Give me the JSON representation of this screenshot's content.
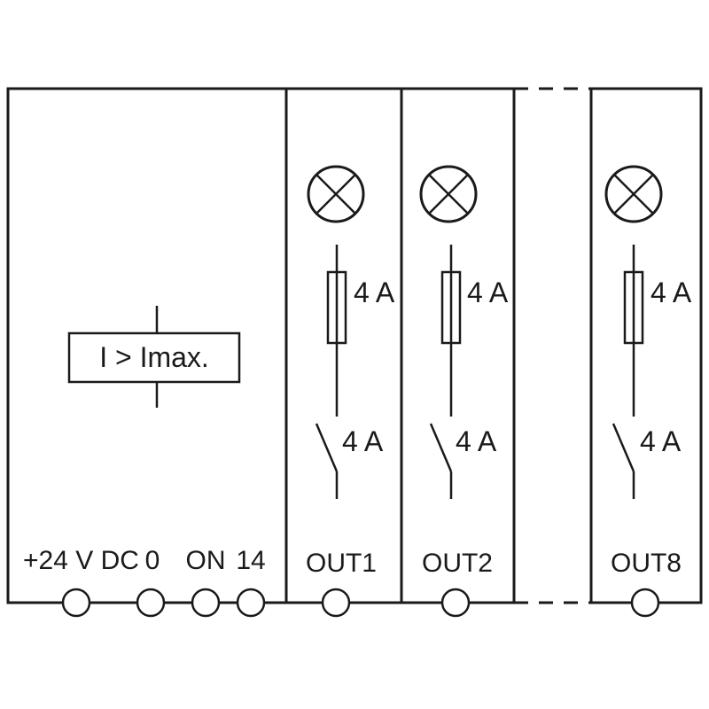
{
  "power_module": {
    "overcurrent_label": "I > Imax.",
    "terminals": [
      "+24 V DC",
      "0",
      "ON",
      "14"
    ]
  },
  "channels": [
    {
      "label": "OUT1",
      "fuse_rating": "4 A",
      "contact_rating": "4 A"
    },
    {
      "label": "OUT2",
      "fuse_rating": "4 A",
      "contact_rating": "4 A"
    },
    {
      "label": "OUT8",
      "fuse_rating": "4 A",
      "contact_rating": "4 A"
    }
  ]
}
